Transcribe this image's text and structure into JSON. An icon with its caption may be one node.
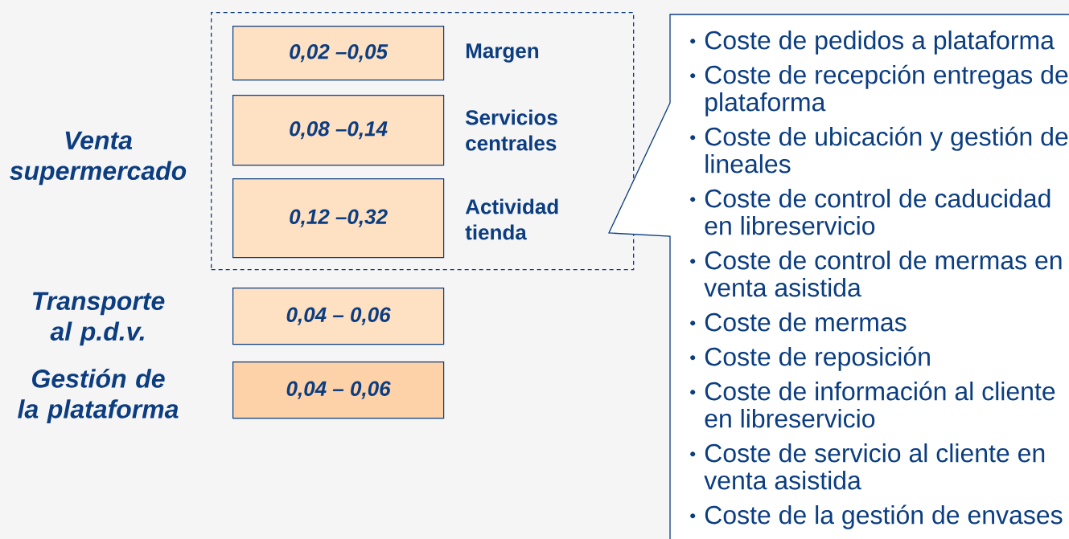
{
  "diagram": {
    "nodes": [
      {
        "text": [],
        "shape": "box",
        "beside": [
          "Venta supermercado"
        ]
      },
      {
        "text": [
          "0,02 –0,05"
        ],
        "in": 0,
        "beside": [
          "Margen"
        ]
      },
      {
        "text": [
          "0,08 –0,14"
        ],
        "in": 0,
        "beside": [
          "Servicios centrales"
        ]
      },
      {
        "text": [
          "0,12 –0,32"
        ],
        "in": 0,
        "beside": [
          "Actividad tienda"
        ]
      },
      {
        "text": [
          "0,04 – 0,06"
        ],
        "beside": [
          "Transporte al p.d.v."
        ]
      },
      {
        "text": [
          "0,04 – 0,06"
        ],
        "beside": [
          "Gestión de la plataforma"
        ]
      },
      {
        "text": [
          "Coste de pedidos a plataforma",
          "Coste de recepción entregas de plataforma",
          "Coste de ubicación y gestión de lineales",
          "Coste de control de caducidad en libreservicio",
          "Coste de control de mermas en venta asistida",
          "Coste de mermas",
          "Coste de reposición",
          "Coste de información al cliente en libreservicio",
          "Coste de servicio al cliente en venta asistida",
          "Coste de la gestión de envases"
        ]
      }
    ]
  }
}
